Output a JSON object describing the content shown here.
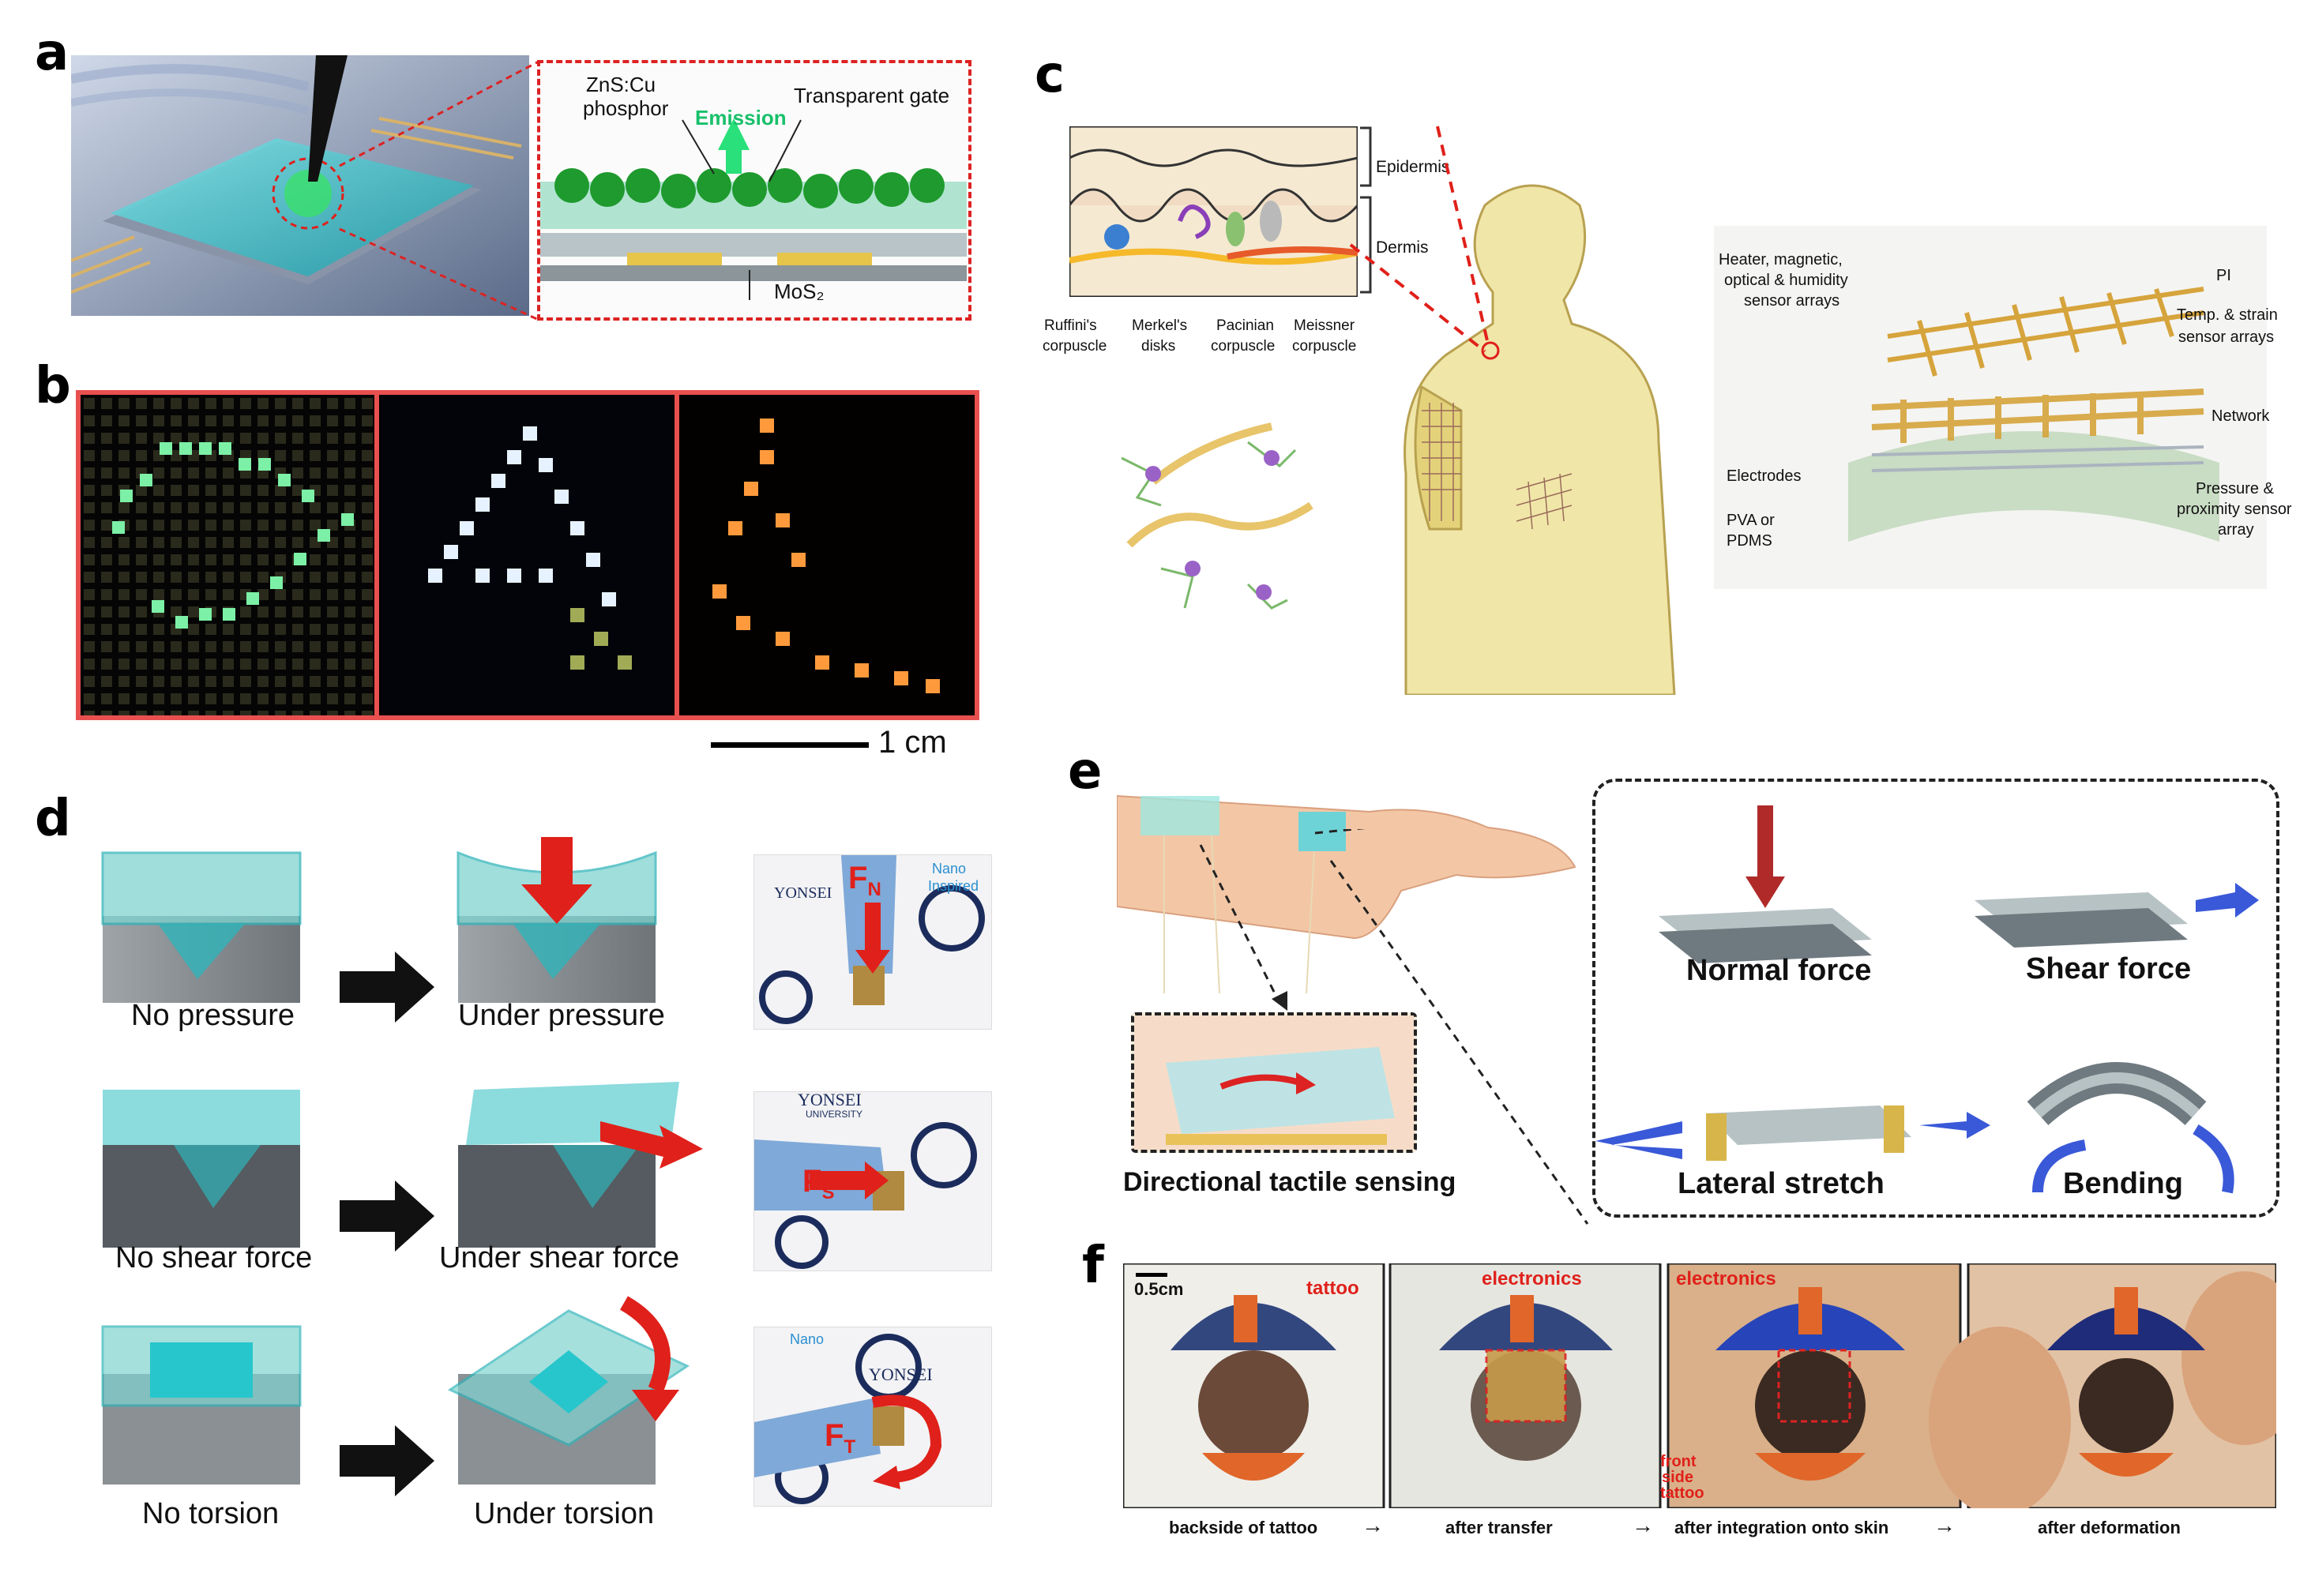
{
  "panels": {
    "a": {
      "label": "a",
      "phosphor": "ZnS:Cu",
      "phosphor2": "phosphor",
      "gate": "Transparent gate",
      "emission": "Emission",
      "mos2": "MoS₂"
    },
    "b": {
      "label": "b",
      "scale": "1 cm"
    },
    "c": {
      "label": "c",
      "epidermis": "Epidermis",
      "dermis": "Dermis",
      "receptors": [
        [
          "Ruffini's",
          "corpuscle"
        ],
        [
          "Merkel's",
          "disks"
        ],
        [
          "Pacinian",
          "corpuscle"
        ],
        [
          "Meissner",
          "corpuscle"
        ]
      ],
      "heater": [
        "Heater, magnetic,",
        "optical & humidity",
        "sensor arrays"
      ],
      "electrodes": "Electrodes",
      "pva": [
        "PVA or",
        "PDMS"
      ],
      "pi": "PI",
      "temp": [
        "Temp. & strain",
        "sensor arrays"
      ],
      "network": "Network",
      "pressure": [
        "Pressure &",
        "proximity sensor",
        "array"
      ]
    },
    "d": {
      "label": "d",
      "rows": [
        [
          "No pressure",
          "Under pressure"
        ],
        [
          "No shear force",
          "Under shear force"
        ],
        [
          "No torsion",
          "Under torsion"
        ]
      ],
      "fn": "F",
      "fn_sub": "N",
      "fs": "F",
      "fs_sub": "S",
      "ft": "F",
      "ft_sub": "T",
      "yonsei": "YONSEI",
      "university": "UNIVERSITY",
      "nano": "Nano",
      "inspired": "Inspired"
    },
    "e": {
      "label": "e",
      "directional": "Directional tactile sensing",
      "normal": "Normal force",
      "shear": "Shear force",
      "lateral": "Lateral stretch",
      "bending": "Bending"
    },
    "f": {
      "label": "f",
      "scale": "0.5cm",
      "tattoo": "tattoo",
      "electronics": "electronics",
      "front": [
        "front",
        "side",
        "tattoo"
      ],
      "steps": [
        "backside of tattoo",
        "after transfer",
        "after integration onto skin",
        "after deformation"
      ]
    }
  },
  "colors": {
    "red": "#e0201a",
    "cyan": "#27c6cc",
    "green": "#21d36a",
    "blue": "#4a6fd8",
    "gold": "#d6a43c"
  }
}
